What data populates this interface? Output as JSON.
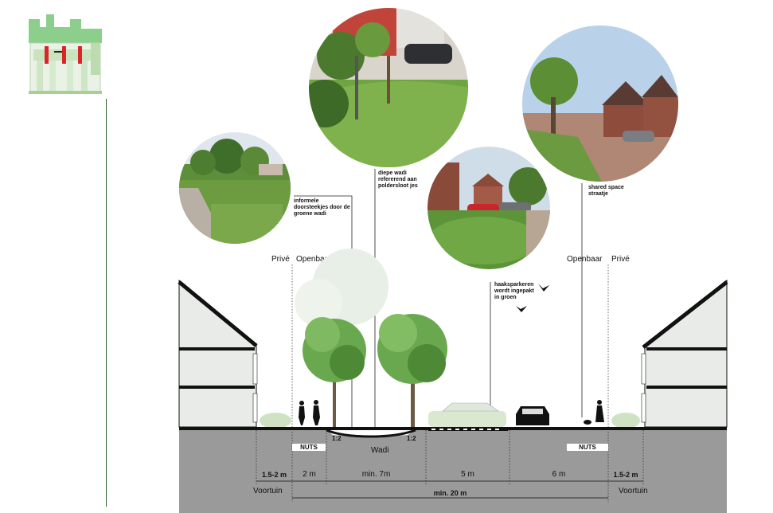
{
  "annotations": {
    "informele": "informele doorsteekjes door de groene wadi",
    "diepe_wadi": "diepe wadi refererend aan poldersloot jes",
    "haaksparkeren": "haaksparkeren wordt ingepakt in groen",
    "shared_space": "shared space straatje"
  },
  "zone_labels": {
    "prive_left": "Privé",
    "openbaar_left": "Openbaar",
    "openbaar_right": "Openbaar",
    "prive_right": "Privé"
  },
  "section": {
    "nuts_left": "NUTS",
    "nuts_right": "NUTS",
    "slope_left": "1:2",
    "slope_right": "1:2",
    "wadi": "Wadi"
  },
  "dimensions": {
    "voortuin_left": "1.5-2 m",
    "sidewalk": "2 m",
    "wadi_width": "min. 7m",
    "parking": "5 m",
    "street": "6 m",
    "voortuin_right": "1.5-2 m",
    "total": "min. 20 m",
    "voortuin_label_left": "Voortuin",
    "voortuin_label_right": "Voortuin"
  },
  "colors": {
    "ground": "#9a9a9a",
    "ground_dark": "#7d7d7d",
    "tree": "#6aa84f",
    "tree_dark": "#4e8a36",
    "grass": "#7cb342",
    "house": "#e8ebe8",
    "keymap_green": "#7fbf7f",
    "keymap_red": "#d9252a"
  }
}
